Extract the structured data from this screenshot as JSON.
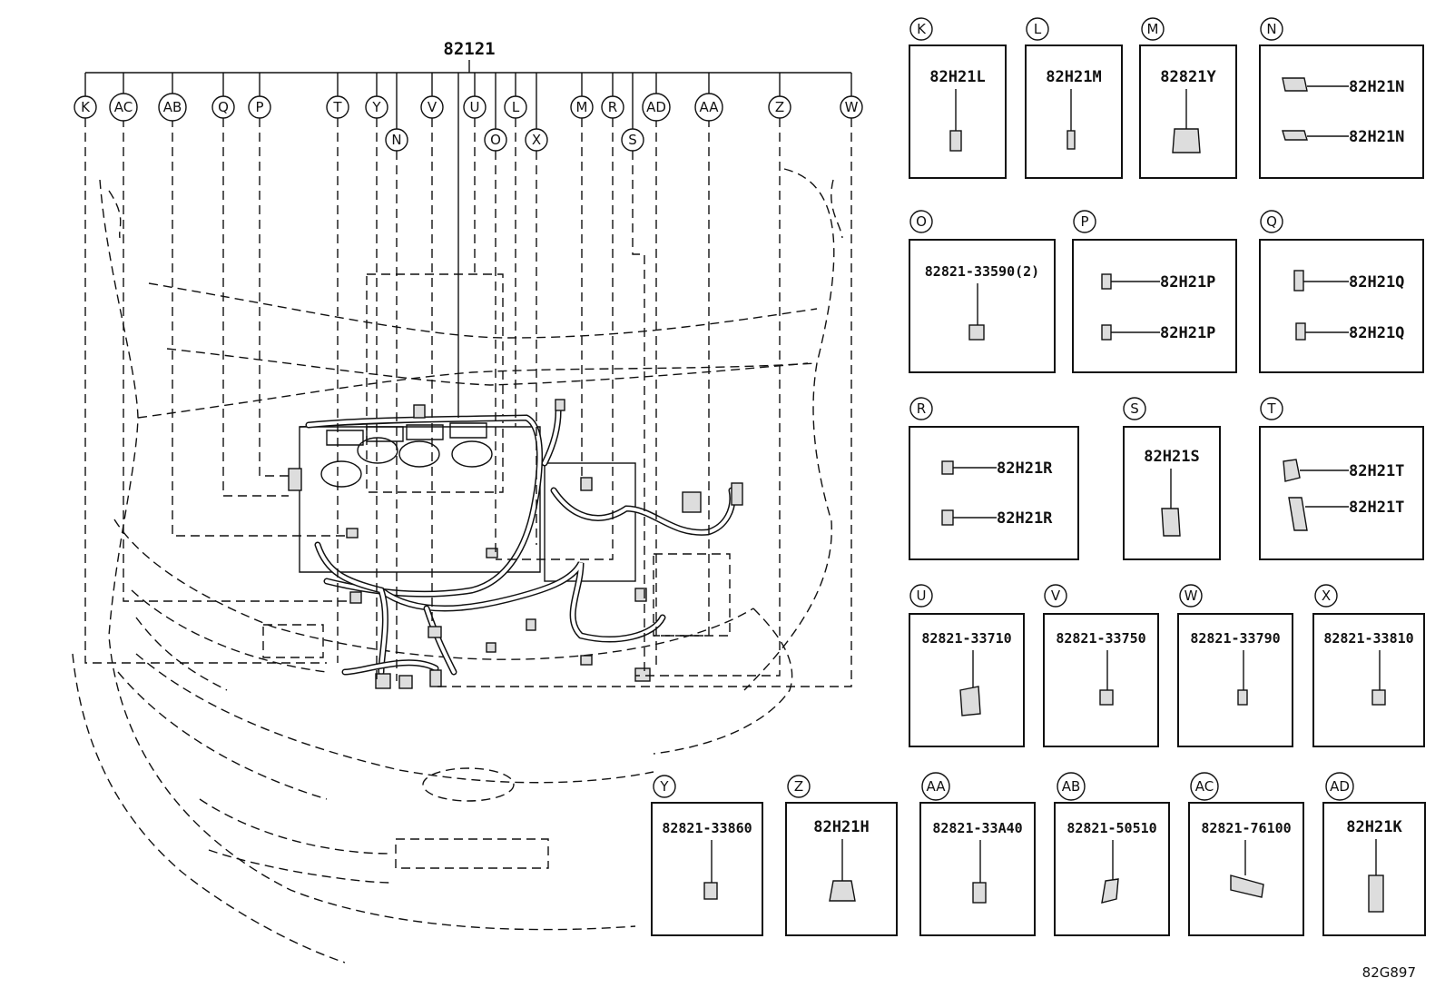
{
  "main_part": "82121",
  "ref_code": "82G897",
  "callouts": [
    "K",
    "AC",
    "AB",
    "Q",
    "P",
    "T",
    "Y",
    "N",
    "V",
    "U",
    "O",
    "L",
    "X",
    "M",
    "R",
    "S",
    "AD",
    "AA",
    "Z",
    "W"
  ],
  "parts": {
    "K": {
      "letter": "K",
      "codes": [
        "82H21L"
      ]
    },
    "L": {
      "letter": "L",
      "codes": [
        "82H21M"
      ]
    },
    "M": {
      "letter": "M",
      "codes": [
        "82821Y"
      ]
    },
    "N": {
      "letter": "N",
      "codes": [
        "82H21N",
        "82H21N"
      ]
    },
    "O": {
      "letter": "O",
      "codes": [
        "82821-33590(2)"
      ]
    },
    "P": {
      "letter": "P",
      "codes": [
        "82H21P",
        "82H21P"
      ]
    },
    "Q": {
      "letter": "Q",
      "codes": [
        "82H21Q",
        "82H21Q"
      ]
    },
    "R": {
      "letter": "R",
      "codes": [
        "82H21R",
        "82H21R"
      ]
    },
    "S": {
      "letter": "S",
      "codes": [
        "82H21S"
      ]
    },
    "T": {
      "letter": "T",
      "codes": [
        "82H21T",
        "82H21T"
      ]
    },
    "U": {
      "letter": "U",
      "codes": [
        "82821-33710"
      ]
    },
    "V": {
      "letter": "V",
      "codes": [
        "82821-33750"
      ]
    },
    "W": {
      "letter": "W",
      "codes": [
        "82821-33790"
      ]
    },
    "X": {
      "letter": "X",
      "codes": [
        "82821-33810"
      ]
    },
    "Y": {
      "letter": "Y",
      "codes": [
        "82821-33860"
      ]
    },
    "Z": {
      "letter": "Z",
      "codes": [
        "82H21H"
      ]
    },
    "AA": {
      "letter": "AA",
      "codes": [
        "82821-33A40"
      ]
    },
    "AB": {
      "letter": "AB",
      "codes": [
        "82821-50510"
      ]
    },
    "AC": {
      "letter": "AC",
      "codes": [
        "82821-76100"
      ]
    },
    "AD": {
      "letter": "AD",
      "codes": [
        "82H21K"
      ]
    }
  }
}
